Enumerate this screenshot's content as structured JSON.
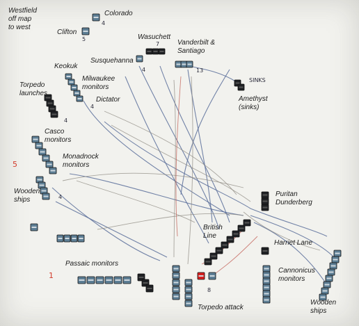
{
  "board": {
    "background": "#f2f2ee",
    "ship_colors": {
      "dark": "#1f2124",
      "steel": "#5e7f95",
      "flagship": "#d82020"
    }
  },
  "labels": {
    "westfield": [
      "Westfield",
      "off map",
      "to west"
    ],
    "colorado": "Colorado",
    "clifton": "Clifton",
    "wasuchett": "Wasuchett",
    "susquehanna": "Susquehanna",
    "vanderbilt": [
      "Vanderbilt &",
      "Santiago"
    ],
    "sinks_note": "SINKS",
    "amethyst": [
      "Amethyst",
      "(sinks)"
    ],
    "keokuk": "Keokuk",
    "torpedo_launches": [
      "Torpedo",
      "launches"
    ],
    "milwaukee": [
      "Milwaukee",
      "monitors"
    ],
    "dictator": "Dictator",
    "casco": [
      "Casco",
      "monitors"
    ],
    "monadnock": [
      "Monadnock",
      "monitors"
    ],
    "wooden_ships_left": [
      "Wooden",
      "ships"
    ],
    "puritan": [
      "Puritan",
      "Dunderberg"
    ],
    "british_line": [
      "British",
      "Line"
    ],
    "harriet_lane": "Harriet Lane",
    "passaic": "Passaic monitors",
    "cannonicus": [
      "Cannonicus",
      "monitors"
    ],
    "wooden_ships_right": [
      "Wooden",
      "ships"
    ],
    "torpedo_attack": "Torpedo attack"
  },
  "pencil_notes": {
    "colorado_speed": "4",
    "clifton_speed": "5",
    "wasuchett_speed": "7",
    "susquehanna_speed": "4",
    "vanderbilt_speed": "13",
    "torpedo_speed": "4",
    "dictator_speed": "4",
    "wooden_speed": "4",
    "torpedo_attack_speed": "8",
    "margin_five": "5",
    "margin_one": "1"
  }
}
